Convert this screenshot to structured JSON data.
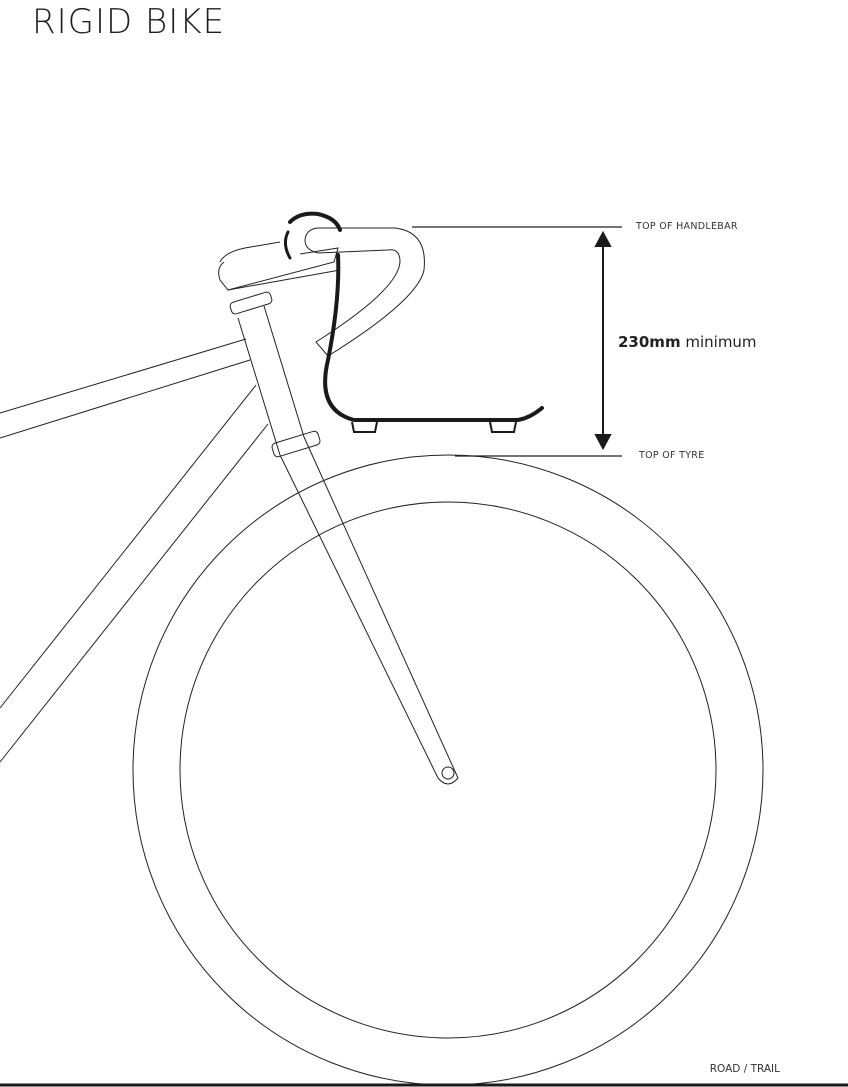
{
  "header": {
    "title": "RIGID BIKE"
  },
  "annotations": {
    "top_label": "TOP OF HANDLEBAR",
    "bottom_label": "TOP OF TYRE",
    "measurement_value": "230mm",
    "measurement_qualifier": "minimum"
  },
  "footer": {
    "category": "ROAD / TRAIL"
  },
  "colors": {
    "line": "#1a1a1a",
    "background": "#ffffff"
  }
}
